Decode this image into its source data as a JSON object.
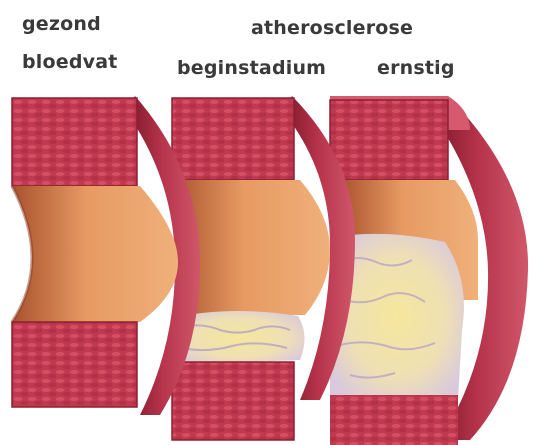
{
  "labels": {
    "healthy_line1": "gezond",
    "healthy_line2": "bloedvat",
    "atherosclerosis": "atherosclerose",
    "early_stage": "beginstadium",
    "severe": "ernstig"
  },
  "colors": {
    "vessel_wall": "#c0394f",
    "vessel_wall_dark": "#8e1f33",
    "lumen_inner": "#e6955f",
    "lumen_shadow": "#b5603a",
    "plaque_fat": "#f1e49c",
    "plaque_fiber": "#e4d9e6",
    "label_text": "#3a3a3a"
  }
}
